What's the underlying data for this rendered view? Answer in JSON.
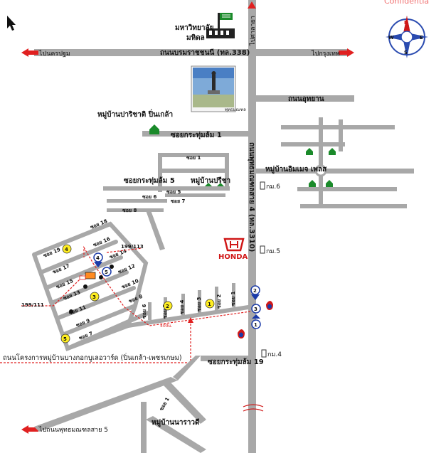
{
  "watermark": "Confidentia",
  "compass": {
    "n": "N",
    "s": "S",
    "e": "E",
    "w": "W"
  },
  "places": {
    "university_line1": "มหาวิทยาลัย",
    "university_line2": "มหิดล",
    "village_pinklao": "หมู่บ้านปาริชาติ ปิ่นเกล้า",
    "village_prisa": "หมู่บ้านปรีชา",
    "village_emerald": "หมู่บ้านอิมเมจ เพลส",
    "village_nararom": "หมู่บ้านนาราวดี",
    "photo_caption": "พุทธมณฑล",
    "honda": "HONDA"
  },
  "roads": {
    "borom_ratchachonnani": "ถนนบรมราชชนนี (ทล.338)",
    "to_nakhon_pathom": "ไปนครปฐม",
    "to_bangkok": "ไปกรุงเทพ",
    "to_salaya": "ไปศาลายา",
    "utthayan": "ถนนอุทยาน",
    "phutthamonthon_4": "ถนนพุทธมณฑลสาย 4 (ทล.3310)",
    "to_phutthamonthon_5": "ไปถนนพุทธมณฑลสาย 5",
    "project_road": "ถนนโครงการหมู่บ้านบางกอกบูเลอวาร์ด (ปิ่นเกล้า-เพชรเกษม)",
    "krathum_lom_1": "ซอยกระทุ่มล้ม 1",
    "krathum_lom_5": "ซอยกระทุ่มล้ม 5",
    "krathum_lom_19": "ซอยกระทุ่มล้ม 19"
  },
  "sois": {
    "s1": "ซอย 1",
    "s2": "ซอย 2",
    "s3": "ซอย 3",
    "s4": "ซอย 4",
    "s5": "ซอย 5",
    "s6": "ซอย 6",
    "s7": "ซอย 7",
    "s8": "ซอย 8",
    "s9": "ซอย 9",
    "s10": "ซอย 10",
    "s11": "ซอย 11",
    "s12": "ซอย 12",
    "s13": "ซอย 13",
    "s14": "ซอย 14",
    "s15": "ซอย 15",
    "s16": "ซอย 16",
    "s17": "ซอย 17",
    "s18": "ซอย 18",
    "s19": "ซอย 19"
  },
  "km_markers": {
    "km6": "กม.6",
    "km5": "กม.5",
    "km4": "กม.4"
  },
  "addresses": {
    "a1": "199/113",
    "a2": "199/111"
  },
  "route_note": "400ม.",
  "numbered_markers": {
    "n1": "1",
    "n2": "2",
    "n3": "3",
    "n4": "4",
    "n5": "5"
  },
  "colors": {
    "road": "#a8a8a8",
    "arrow": "#e02020",
    "marker_yellow": "#ffee22",
    "marker_blue": "#1a3aa8",
    "route": "#e02020",
    "compass_blue": "#2a4bb0",
    "compass_red": "#d01818"
  }
}
